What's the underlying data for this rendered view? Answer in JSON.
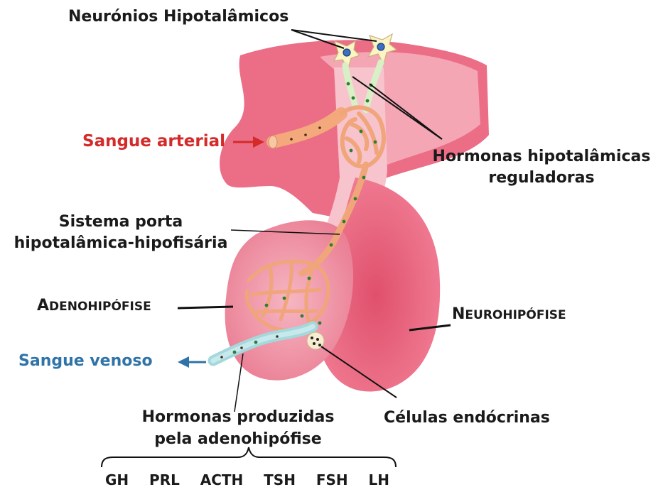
{
  "labels": {
    "neurons": "Neurónios Hipotalâmicos",
    "arterial": "Sangue arterial",
    "regulating_line1": "Hormonas hipotalâmicas",
    "regulating_line2": "reguladoras",
    "portal_line1": "Sistema porta",
    "portal_line2": "hipotalâmica-hipofisária",
    "adeno_initial": "A",
    "adeno_rest": "DENOHIPÓFISE",
    "neuro_initial": "N",
    "neuro_rest": "EUROHIPÓFISE",
    "venous": "Sangue venoso",
    "produced_line1": "Hormonas produzidas",
    "produced_line2": "pela adenohipófise",
    "endocrine": "Células endócrinas"
  },
  "hormones": [
    "GH",
    "PRL",
    "ACTH",
    "TSH",
    "FSH",
    "LH"
  ],
  "colors": {
    "tissue_dark": "#e8607a",
    "tissue_light": "#f4a4b4",
    "artery": "#f4b080",
    "vein": "#a8dce0",
    "granule": "#2e7d32",
    "arterial_text": "#d42a2a",
    "venous_text": "#2f73a8"
  }
}
